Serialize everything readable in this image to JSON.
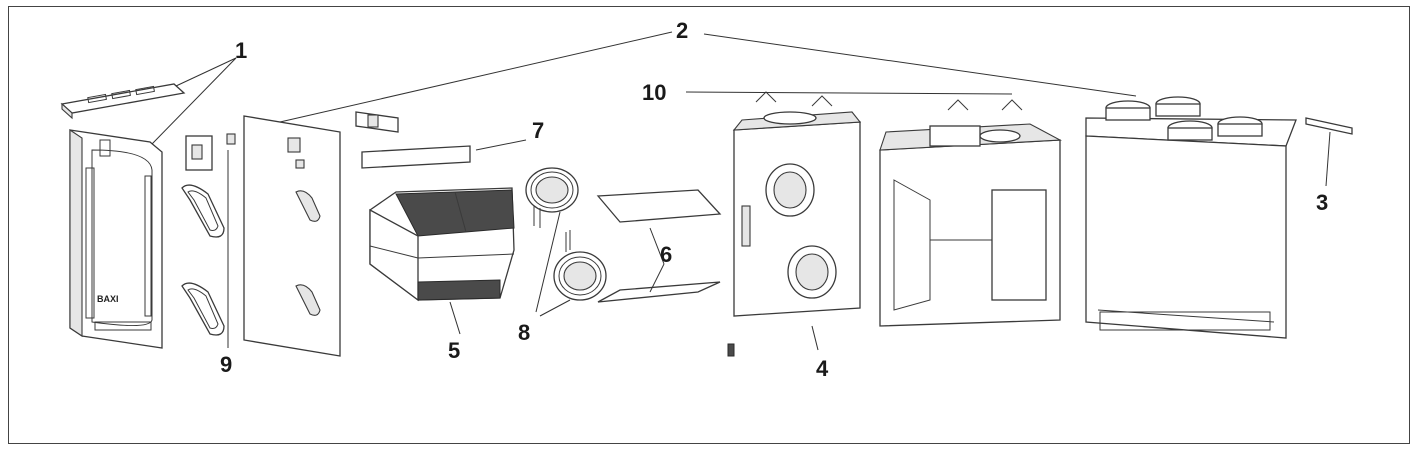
{
  "diagram": {
    "brand_mark": "BAXI",
    "callouts": [
      {
        "id": "1",
        "label": "1"
      },
      {
        "id": "2",
        "label": "2"
      },
      {
        "id": "3",
        "label": "3"
      },
      {
        "id": "4",
        "label": "4"
      },
      {
        "id": "5",
        "label": "5"
      },
      {
        "id": "6",
        "label": "6"
      },
      {
        "id": "7",
        "label": "7"
      },
      {
        "id": "8",
        "label": "8"
      },
      {
        "id": "9",
        "label": "9"
      },
      {
        "id": "10",
        "label": "10"
      }
    ]
  }
}
